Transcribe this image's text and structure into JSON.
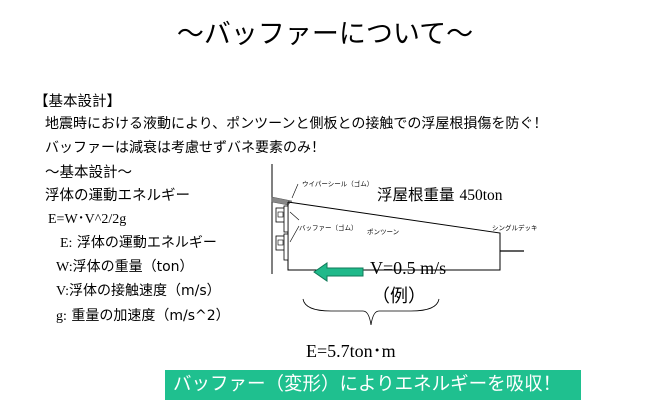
{
  "slide": {
    "title": "～バッファーについて～",
    "section_heading": "【基本設計】",
    "lines": [
      "地震時における液動により、ポンツーンと側板との接触での浮屋根損傷を防ぐ！",
      "バッファーは減衰は考慮せずバネ要素のみ！"
    ],
    "sub_heading": "～基本設計～",
    "kinetic_energy_label": "浮体の運動エネルギー",
    "formula": "E=W･V^2/2g",
    "definitions": [
      {
        "symbol": "E:",
        "text": " 浮体の運動エネルギー"
      },
      {
        "symbol": "W:",
        "text": "浮体の重量（ton）"
      },
      {
        "symbol": "V:",
        "text": "浮体の接触速度（m/s）"
      },
      {
        "symbol": "g:",
        "text": " 重量の加速度（m/s^2）"
      }
    ]
  },
  "diagram": {
    "labels": {
      "wiper_seal": "ウイパーシール（ゴム）",
      "buffer": "バッファー（ゴム）",
      "pontoon": "ポンツーン",
      "single_deck": "シングルデッキ"
    },
    "roof_weight_label": "浮屋根重量",
    "roof_weight_value": "450ton",
    "velocity": "V=0.5 m/s",
    "example": "（例）",
    "energy_result": "E=5.7ton･m",
    "arrow_color": "#20b98a",
    "arrow_direction": "left-arrow"
  },
  "banner": {
    "text": "バッファー（変形）によりエネルギーを吸収！",
    "background": "#1fc08f",
    "color": "#ffffff"
  }
}
